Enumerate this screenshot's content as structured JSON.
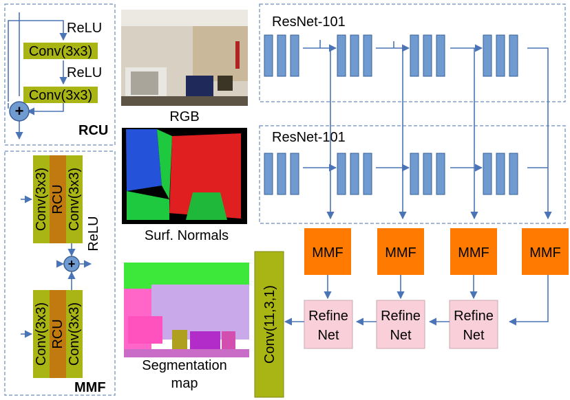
{
  "rcu": {
    "relu1": "ReLU",
    "relu2": "ReLU",
    "conv1": "Conv(3x3)",
    "conv2": "Conv(3x3)",
    "plus": "+",
    "title": "RCU"
  },
  "mmf_detail": {
    "conv_a": "Conv(3x3)",
    "rcu_a": "RCU",
    "conv_b": "Conv(3x3)",
    "conv_c": "Conv(3x3)",
    "rcu_b": "RCU",
    "conv_d": "Conv(3x3)",
    "relu": "ReLU",
    "plus": "+",
    "title": "MMF"
  },
  "images": {
    "rgb_label": "RGB",
    "normals_label": "Surf. Normals",
    "seg_label_line1": "Segmentation",
    "seg_label_line2": "map"
  },
  "resnet": {
    "top_label": "ResNet-101",
    "bottom_label": "ResNet-101"
  },
  "mmf_blocks": [
    "MMF",
    "MMF",
    "MMF",
    "MMF"
  ],
  "refine_blocks": [
    {
      "line1": "Refine",
      "line2": "Net"
    },
    {
      "line1": "Refine",
      "line2": "Net"
    },
    {
      "line1": "Refine",
      "line2": "Net"
    }
  ],
  "final_conv": "Conv(11,3,1)",
  "colors": {
    "conv_fill": "#a9b514",
    "rcu_fill": "#c07a10",
    "mmf_fill": "#ff7a00",
    "refine_fill": "#f9d0da",
    "resnet_fill": "#6f9bd1",
    "arrow": "#4a74b5"
  }
}
